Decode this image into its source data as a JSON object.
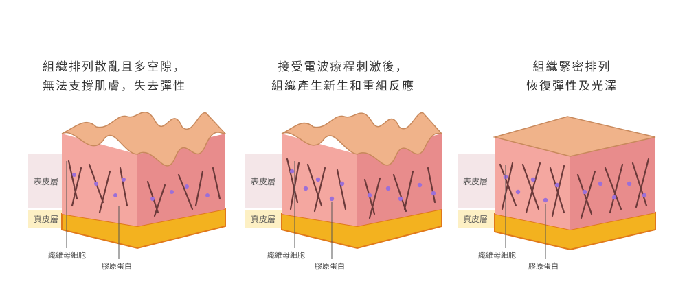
{
  "panels": [
    {
      "caption": [
        "組織排列散亂且多空隙，",
        "無法支撐肌膚，失去彈性"
      ],
      "labels": {
        "epidermis": "表皮層",
        "dermis": "真皮層",
        "fibroblast": "纖維母細胞",
        "collagen": "膠原蛋白"
      }
    },
    {
      "caption": [
        "接受電波療程刺激後，",
        "組織產生新生和重組反應"
      ],
      "labels": {
        "epidermis": "表皮層",
        "dermis": "真皮層",
        "fibroblast": "纖維母細胞",
        "collagen": "膠原蛋白"
      }
    },
    {
      "caption": [
        "組織緊密排列",
        "恢復彈性及光澤"
      ],
      "labels": {
        "epidermis": "表皮層",
        "dermis": "真皮層",
        "fibroblast": "纖維母細胞",
        "collagen": "膠原蛋白"
      }
    }
  ],
  "colors": {
    "epidermis_band": "#f4e6e8",
    "dermis_band": "#fdf0c4",
    "skin_top": "#f0b38a",
    "skin_front": "#f4a7a0",
    "skin_side": "#e88c8c",
    "fat": "#f3b21f",
    "fat_dark": "#e0781a",
    "fiber": "#6b3a3a",
    "cell": "#9b6fd8"
  }
}
